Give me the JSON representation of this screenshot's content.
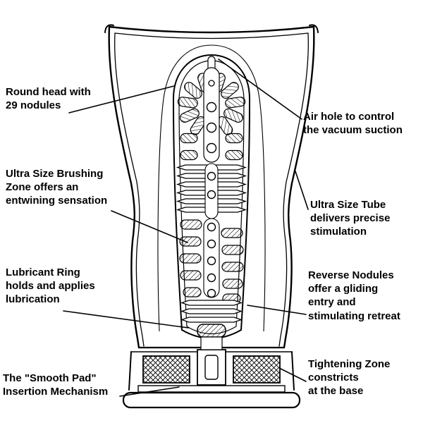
{
  "page": {
    "background_color": "#ffffff",
    "line_color": "#000000"
  },
  "diagram": {
    "description": "Cutaway cross-section diagram of a tube-shaped product with annotated features",
    "labels": [
      {
        "id": "round-head",
        "side": "left",
        "text": "Round head with\n29 nodules"
      },
      {
        "id": "brushing-zone",
        "side": "left",
        "text": "Ultra Size Brushing\nZone offers an\nentwining sensation"
      },
      {
        "id": "lubricant-ring",
        "side": "left",
        "text": "Lubricant Ring\nholds and applies\nlubrication"
      },
      {
        "id": "smooth-pad",
        "side": "left",
        "text": "The \"Smooth Pad\"\nInsertion Mechanism"
      },
      {
        "id": "air-hole",
        "side": "right",
        "text": "Air hole to control\nthe vacuum suction"
      },
      {
        "id": "ultra-size-tube",
        "side": "right",
        "text": "Ultra Size Tube\ndelivers precise\nstimulation"
      },
      {
        "id": "reverse-nodules",
        "side": "right",
        "text": "Reverse Nodules\noffer a gliding\nentry and\nstimulating retreat"
      },
      {
        "id": "tightening-zone",
        "side": "right",
        "text": "Tightening Zone\nconstricts\nat the base"
      }
    ]
  }
}
